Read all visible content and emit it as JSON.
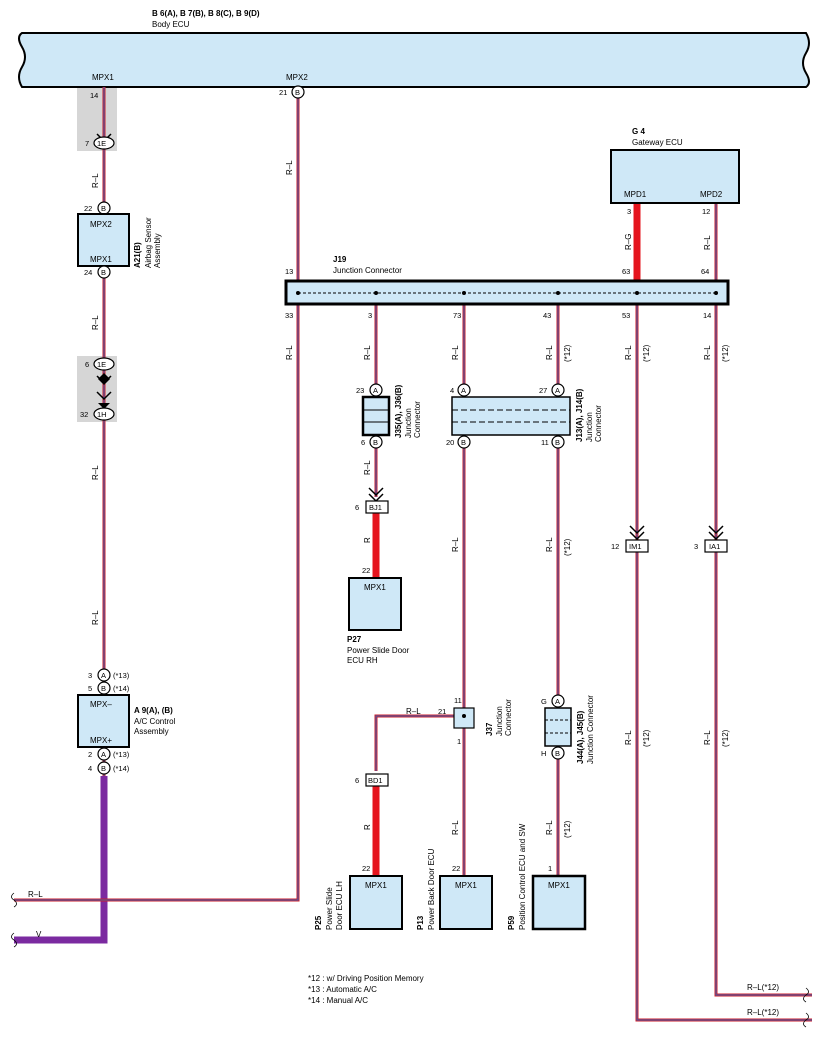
{
  "body_ecu": {
    "title": "B 6(A), B 7(B), B 8(C), B 9(D)",
    "subtitle": "Body ECU",
    "term_mpx1": "MPX1",
    "term_mpx2": "MPX2",
    "pin_mpx1": "14",
    "pin_mpx2": "21",
    "conn_mpx2": "B"
  },
  "gateway_ecu": {
    "code": "G 4",
    "name": "Gateway ECU",
    "term_mpd1": "MPD1",
    "term_mpd2": "MPD2",
    "pin_mpd1": "3",
    "pin_mpd2": "12"
  },
  "airbag": {
    "code": "A21(B)",
    "name1": "Airbag Sensor",
    "name2": "Assembly",
    "term_top": "MPX2",
    "term_bot": "MPX1",
    "pin_top": "22",
    "pin_bot": "24",
    "conn": "B"
  },
  "ac_control": {
    "code": "A 9(A), (B)",
    "name1": "A/C Control",
    "name2": "Assembly",
    "term_top": "MPX–",
    "term_bot": "MPX+",
    "pins": [
      "3",
      "5",
      "2",
      "4"
    ],
    "conns": [
      "A",
      "B",
      "A",
      "B"
    ],
    "notes": [
      "(*13)",
      "(*14)",
      "(*13)",
      "(*14)"
    ]
  },
  "inline_connectors": {
    "c1e_top": "1E",
    "c1e_top_pin": "7",
    "c1e_mid": "1E",
    "c1e_mid_pin": "6",
    "c1h": "1H",
    "c1h_pin": "32",
    "bj1": "BJ1",
    "bj1_pin": "6",
    "bd1": "BD1",
    "bd1_pin": "6",
    "im1": "IM1",
    "im1_pin": "12",
    "ia1": "IA1",
    "ia1_pin": "3"
  },
  "j19": {
    "code": "J19",
    "name": "Junction Connector",
    "pins_top": [
      "13",
      "63",
      "64"
    ],
    "pins_bottom": [
      "33",
      "3",
      "73",
      "43",
      "53",
      "14"
    ]
  },
  "j35": {
    "code": "J35(A), J36(B)",
    "name1": "Junction",
    "name2": "Connector",
    "pin_top": "23",
    "conn_top": "A",
    "pin_bot": "6",
    "conn_bot": "B"
  },
  "j13": {
    "code": "J13(A), J14(B)",
    "name1": "Junction",
    "name2": "Connector",
    "pin_tl": "4",
    "conn_tl": "A",
    "pin_tr": "27",
    "conn_tr": "A",
    "pin_bl": "20",
    "conn_bl": "B",
    "pin_br": "11",
    "conn_br": "B"
  },
  "j37": {
    "code": "J37",
    "name1": "Junction",
    "name2": "Connector",
    "pin_top": "11",
    "pin_left": "21",
    "pin_bot": "1"
  },
  "j44": {
    "code": "J44(A), J45(B)",
    "name": "Junction Connector",
    "pin_top": "G",
    "conn_top": "A",
    "pin_bot": "H",
    "conn_bot": "B"
  },
  "p27": {
    "code": "P27",
    "name1": "Power Slide Door",
    "name2": "ECU RH",
    "term": "MPX1",
    "pin": "22"
  },
  "p25": {
    "code": "P25",
    "name1": "Power Slide",
    "name2": "Door ECU LH",
    "term": "MPX1",
    "pin": "22"
  },
  "p13": {
    "code": "P13",
    "name": "Power Back Door ECU",
    "term": "MPX1",
    "pin": "22"
  },
  "p59": {
    "code": "P59",
    "name": "Position Control ECU and SW",
    "term": "MPX1",
    "pin": "1"
  },
  "wire_labels": {
    "rl": "R–L",
    "rg": "R–G",
    "r": "R",
    "v": "V",
    "note12": "(*12)",
    "rl12": "R–L(*12)"
  },
  "notes": [
    "*12 : w/ Driving Position Memory",
    "*13 : Automatic A/C",
    "*14 : Manual A/C"
  ],
  "colors": {
    "ecu_fill": "#cfe8f7",
    "wire_red": "#cc1f2b",
    "wire_blue": "#3a62b4",
    "wire_violet": "#7b2aa0",
    "connector_gray": "#d6d6d6"
  }
}
